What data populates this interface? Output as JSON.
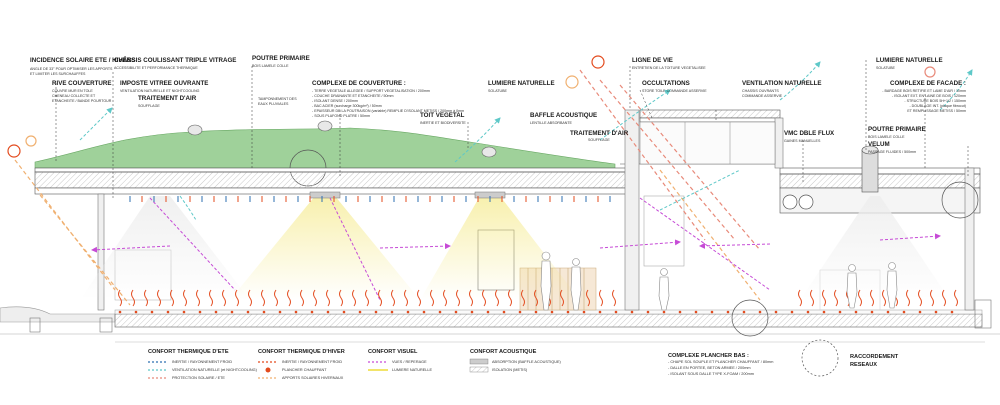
{
  "annotations": {
    "incidence_title": "INCIDENCE SOLAIRE ETE / HIVERS",
    "incidence_sub1": "ANGLE DE 33° POUR OPTIMISER LES APPORTS",
    "incidence_sub2": "ET LIMITER LES SURCHAUFFES",
    "chassis_title": "CHÂSSIS COULISSANT TRIPLE VITRAGE",
    "chassis_sub": "ACCESSIBILITE ET PERFORMANCE THERMIQUE",
    "poutre_title": "POUTRE PRIMAIRE",
    "poutre_sub": "BOIS LAMELE COLLE",
    "ligne_title": "LIGNE DE VIE",
    "ligne_sub": "ENTRETIEN DE LA TOITURE VEGETALISEE",
    "lumiere_r_title": "LUMIERE NATURELLE",
    "lumiere_r_sub": "SOLATUBE",
    "rive_title": "RIVE COUVERTURE",
    "rive_sub1": "COUVRE MUR EN TOLE",
    "rive_sub2": "CHENEAU COLLECTE ET",
    "rive_sub3": "ETANCHEITE / BANDE POURTOUR",
    "imposte_title": "IMPOSTE VITREE OUVRANTE",
    "imposte_sub": "VENTILATION NATURELLE ET NIGHTCOOLING",
    "traitement_title": "TRAITEMENT D'AIR",
    "traitement_sub": "SOUFFLAGE",
    "tamponnement_sub1": "TAMPONNEMENT DES",
    "tamponnement_sub2": "EAUX PLUVIALES",
    "couverture_title": "COMPLEXE DE COUVERTURE :",
    "couverture_lines": [
      "- TERRE VEGETALE ALLEGEE / SUPPORT VEGETALISATION / 200mm",
      "- COUCHE DRAINANTE ET ETANCHEITE / 50mm",
      "- ISOLANT DENSE / 200mm",
      "- BAC ACIER (surcharge 300kg/m²) / 50mm",
      "- EPAISSEUR DE LA POUTRAISON (variable) REMPLIE D'ISOLANT METISS / 200mm à 0mm",
      "- SOUS PLAFOND PLATRE / 50mm"
    ],
    "lumiere_c_title": "LUMIERE NATURELLE",
    "lumiere_c_sub": "SOLATUBE",
    "toit_title": "TOIT VEGETAL",
    "toit_sub": "INERTIE ET BIODIVERSITE",
    "baffle_title": "BAFFLE ACOUSTIQUE",
    "baffle_sub": "LENTILLE ABSORBANTE",
    "traitement2_title": "TRAITEMENT D'AIR",
    "traitement2_sub": "SOUFFLAGE",
    "occultations_title": "OCCULTATIONS",
    "occultations_sub": "STORE TOILE COMMANDE ASSERVIE",
    "ventilation_title": "VENTILATION NATURELLE",
    "ventilation_sub1": "CHASSIS OUVRANTS",
    "ventilation_sub2": "COMMANDE ASSERVIE",
    "facade_title": "COMPLEXE DE FACADE :",
    "facade_lines": [
      "- BARDAGE BOIS RETIFIE ET LAME D'AIR / 10mm",
      "- ISOLANT EXT. EN LAINE DE BOIS / 120mm",
      "- STRUCTURE BOIS 5H+1/2 / 150mm",
      "- DOUBLAGE INT. (plaque fibrocut)",
      "ET REMPLISSAGE METISS / 50mm"
    ],
    "poutre2_title": "POUTRE PRIMAIRE",
    "poutre2_sub": "BOIS LAMELE COLLE",
    "vmc_title": "VMC DBLE FLUX",
    "vmc_sub": "GAINES MANUELLES",
    "velum_title": "VELUM",
    "velum_sub": "PASSAGE FLUIDES / 500mm"
  },
  "legend": {
    "ete_title": "CONFORT THERMIQUE D'ETE",
    "ete_items": [
      "INERTIE / RAYONNEMENT FROID",
      "VENTILATION NATURELLE (et NIGHTCOOLING)",
      "PROTECTION SOLAIRE / ETE"
    ],
    "hiver_title": "CONFORT THERMIQUE D'HIVER",
    "hiver_items": [
      "INERTIE / RAYONNEMENT FROID",
      "PLANCHER CHAUFFANT",
      "APPORTS SOLAIRES HIVERNAUX"
    ],
    "visuel_title": "CONFORT VISUEL",
    "visuel_items": [
      "VUES / REPERAGE",
      "LUMIERE NATURELLE"
    ],
    "acoustique_title": "CONFORT ACOUSTIQUE",
    "acoustique_items": [
      "ABSORPTION (BAFFLE ACOUSTIQUE)",
      "ISOLATION (METIS)"
    ],
    "plancher_title": "COMPLEXE PLANCHER BAS :",
    "plancher_lines": [
      "- CHAPE SOL SOUPLE ET PLANCHER CHAUFFANT / 80mm",
      "- DALLE EN PORTEE, BETON ARMEE / 200mm",
      "- ISOLANT SOUS DALLE TYPE X-FOAM / 200mm"
    ],
    "raccordement": [
      "RACCORDEMENT",
      "RESEAUX"
    ]
  },
  "colors": {
    "cold": "#2e6fb0",
    "warm": "#e34b1e",
    "solar_winter": "#f0b070",
    "solar_summer": "#e88a7a",
    "views": "#c64bd6",
    "light": "#f2e46a",
    "air": "#5ec8c8",
    "green_roof": "#9fd19a",
    "slab": "#d7d7d7"
  }
}
